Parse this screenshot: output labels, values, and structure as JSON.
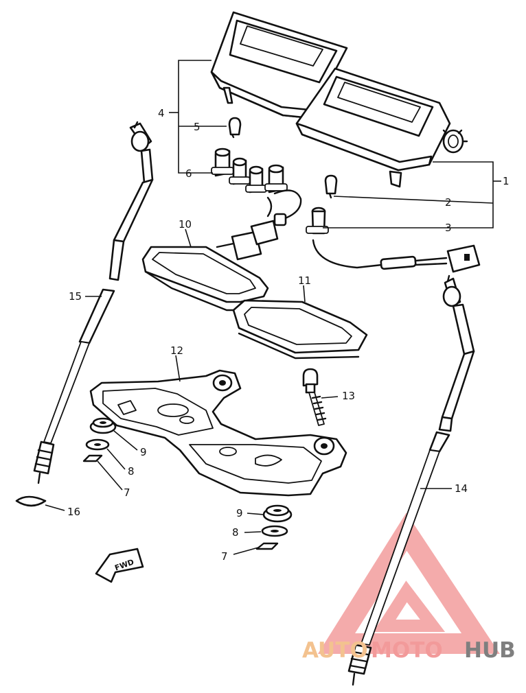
{
  "callouts": {
    "c1": "1",
    "c2": "2",
    "c3": "3",
    "c4": "4",
    "c5": "5",
    "c6": "6",
    "c7a": "7",
    "c7b": "7",
    "c8a": "8",
    "c8b": "8",
    "c9a": "9",
    "c9b": "9",
    "c10": "10",
    "c11": "11",
    "c12": "12",
    "c13": "13",
    "c14": "14",
    "c15": "15",
    "c16": "16"
  },
  "direction_marker": "FWD",
  "watermark": {
    "part1": "AUTO",
    "part2": "MOTO",
    "part3": "HUB"
  }
}
